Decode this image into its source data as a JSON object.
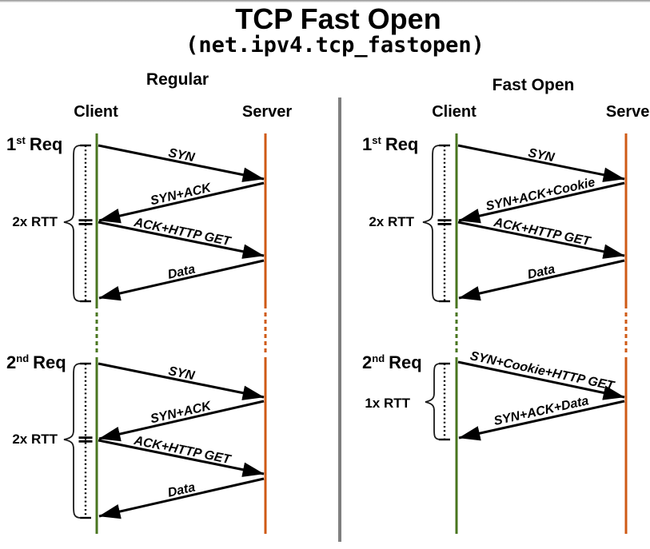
{
  "header": {
    "title": "TCP Fast Open",
    "subtitle": "(net.ipv4.tcp_fastopen)"
  },
  "panels": {
    "regular": {
      "title": "Regular",
      "client": "Client",
      "server": "Server",
      "sections": [
        {
          "req_num": "1",
          "req_sup": "st",
          "req_word": "Req",
          "rtt": "2x RTT",
          "messages": [
            "SYN",
            "SYN+ACK",
            "ACK+HTTP GET",
            "Data"
          ]
        },
        {
          "req_num": "2",
          "req_sup": "nd",
          "req_word": "Req",
          "rtt": "2x RTT",
          "messages": [
            "SYN",
            "SYN+ACK",
            "ACK+HTTP GET",
            "Data"
          ]
        }
      ]
    },
    "fastopen": {
      "title": "Fast Open",
      "client": "Client",
      "server": "Server",
      "sections": [
        {
          "req_num": "1",
          "req_sup": "st",
          "req_word": "Req",
          "rtt": "2x RTT",
          "messages": [
            "SYN",
            "SYN+ACK+Cookie",
            "ACK+HTTP GET",
            "Data"
          ]
        },
        {
          "req_num": "2",
          "req_sup": "nd",
          "req_word": "Req",
          "rtt": "1x RTT",
          "messages": [
            "SYN+Cookie+HTTP GET",
            "SYN+ACK+Data"
          ]
        }
      ]
    }
  },
  "colors": {
    "client_lifeline": "#4a7620",
    "server_lifeline": "#cf5a15",
    "divider": "#7f7f7f",
    "arrow": "#000000"
  }
}
